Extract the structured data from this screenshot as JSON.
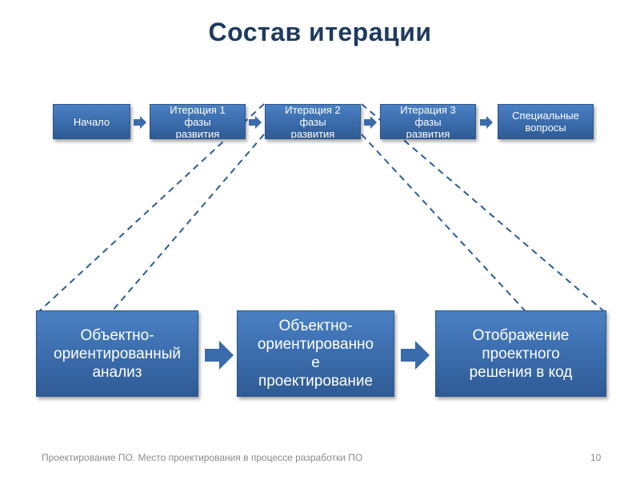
{
  "title": "Состав итерации",
  "top_boxes": [
    {
      "label": "Начало"
    },
    {
      "label": "Итерация 1\nфазы\nразвития"
    },
    {
      "label": "Итерация 2\nфазы\nразвития"
    },
    {
      "label": "Итерация 3\nфазы\nразвития"
    },
    {
      "label": "Специальные\nвопросы"
    }
  ],
  "bottom_boxes": [
    {
      "label": "Объектно-\nориентированный\nанализ"
    },
    {
      "label": "Объектно-\nориентированно\nе\nпроектирование"
    },
    {
      "label": "Отображение\nпроектного\nрешения в код"
    }
  ],
  "footer": {
    "text": "Проектирование ПО. Место проектирования в процессе разработки ПО",
    "page_number": "10"
  },
  "colors": {
    "box_fill": "#3a6bab",
    "connector": "#2f5b95",
    "title": "#1f3a5f"
  }
}
